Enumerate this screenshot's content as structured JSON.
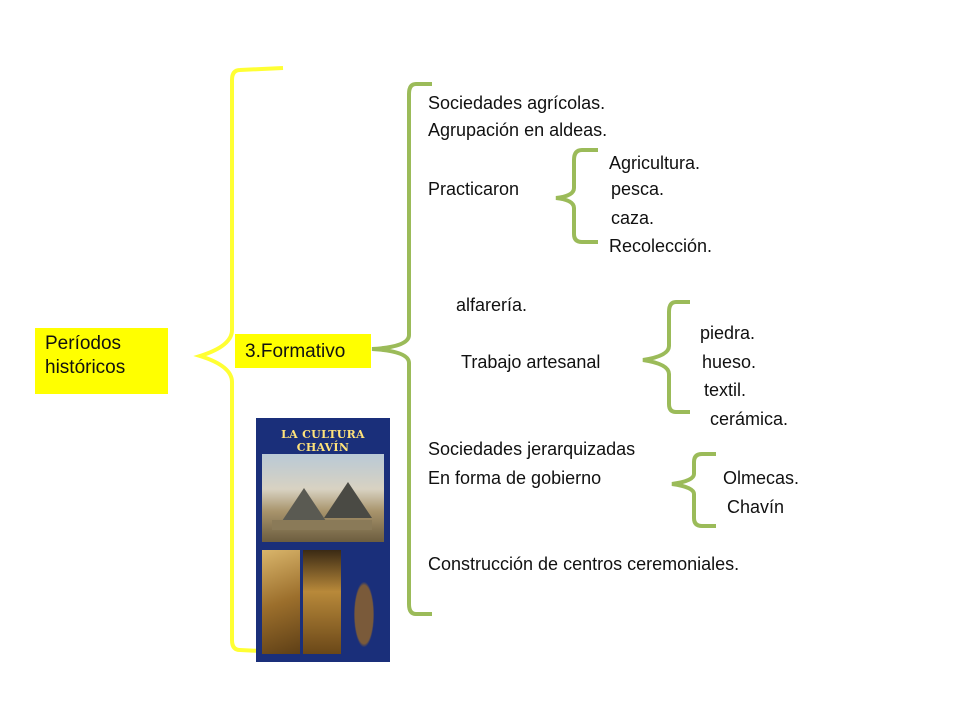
{
  "periodos_label": "Períodos\nhistóricos",
  "formativo_label": "3.Formativo",
  "poster": {
    "title": "LA CULTURA CHAVÍN"
  },
  "lines": {
    "sociedades_agricolas": "Sociedades agrícolas.",
    "agrupacion": "Agrupación en aldeas.",
    "practicaron": "Practicaron",
    "practicaron_items": [
      "Agricultura.",
      "pesca.",
      "caza.",
      "Recolección."
    ],
    "alfareria": "alfarería.",
    "trabajo_artesanal": "Trabajo artesanal",
    "artesanal_items": [
      "piedra.",
      "hueso.",
      "textil.",
      "cerámica."
    ],
    "jerarquizadas": "Sociedades jerarquizadas",
    "gobierno": "En forma de gobierno",
    "gobierno_items": [
      "Olmecas.",
      "Chavín"
    ],
    "construccion": "Construcción de centros ceremoniales."
  },
  "colors": {
    "yellow": "#ffff00",
    "green_bracket": "#9bbb59",
    "yellow_bracket": "#ffff33"
  }
}
